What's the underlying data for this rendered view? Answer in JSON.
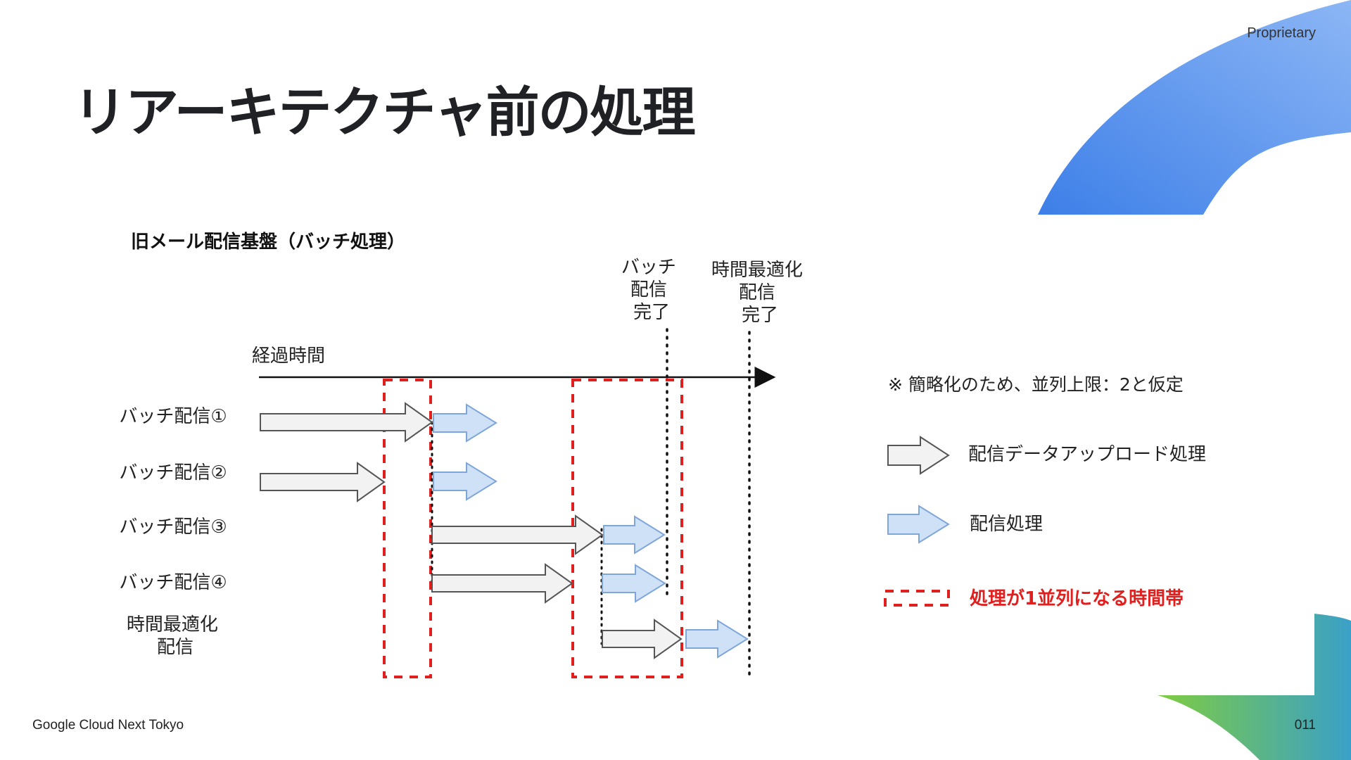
{
  "header": {
    "proprietary_label": "Proprietary",
    "title": "リアーキテクチャ前の処理"
  },
  "diagram": {
    "heading": "旧メール配信基盤（バッチ処理）",
    "milestones": [
      {
        "lines": [
          "バッチ",
          "配信",
          "完了"
        ]
      },
      {
        "lines": [
          "時間最適化",
          "配信",
          "完了"
        ]
      }
    ],
    "axis_label": "経過時間",
    "rows": [
      {
        "lines": [
          "バッチ配信①"
        ]
      },
      {
        "lines": [
          "バッチ配信②"
        ]
      },
      {
        "lines": [
          "バッチ配信③"
        ]
      },
      {
        "lines": [
          "バッチ配信④"
        ]
      },
      {
        "lines": [
          "時間最適化",
          "配信"
        ]
      }
    ],
    "note": "※ 簡略化のため、並列上限：2と仮定",
    "legend": {
      "upload": "配信データアップロード処理",
      "delivery": "配信処理",
      "single_parallel": "処理が1並列になる時間帯"
    }
  },
  "colors": {
    "upload_fill": "#f2f2f2",
    "upload_stroke": "#555555",
    "delivery_fill": "#cfe1f7",
    "delivery_stroke": "#7ea6d8",
    "highlight": "#e0201f"
  },
  "footer": {
    "event": "Google Cloud Next Tokyo",
    "page_number": "011"
  }
}
